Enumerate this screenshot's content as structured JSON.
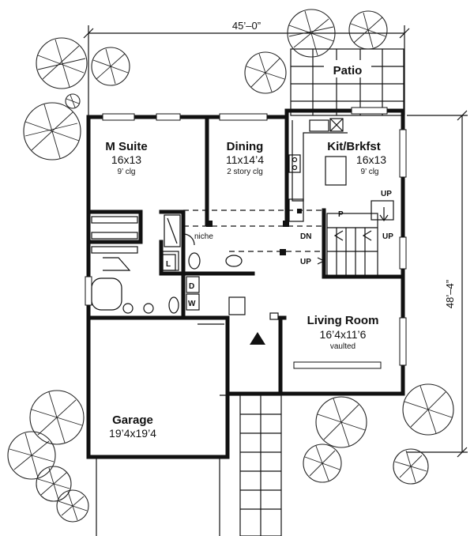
{
  "overall": {
    "width_label": "45’–0”",
    "depth_label": "48’–4”"
  },
  "rooms": {
    "patio": {
      "name": "Patio"
    },
    "m_suite": {
      "name": "M Suite",
      "size": "16x13",
      "note": "9’ clg"
    },
    "dining": {
      "name": "Dining",
      "size": "11x14’4",
      "note": "2 story clg"
    },
    "kitchen": {
      "name": "Kit/Brkfst",
      "size": "16x13",
      "note": "9’ clg"
    },
    "living": {
      "name": "Living Room",
      "size": "16’4x11’6",
      "note": "vaulted"
    },
    "garage": {
      "name": "Garage",
      "size": "19’4x19’4"
    }
  },
  "labels": {
    "niche": "niche",
    "laundry_l": "L",
    "pantry_p": "P",
    "dryer_d": "D",
    "washer_w": "W",
    "stair_up_top": "UP",
    "stair_dn": "DN",
    "stair_up_right": "UP",
    "stair_up_left": "UP"
  }
}
